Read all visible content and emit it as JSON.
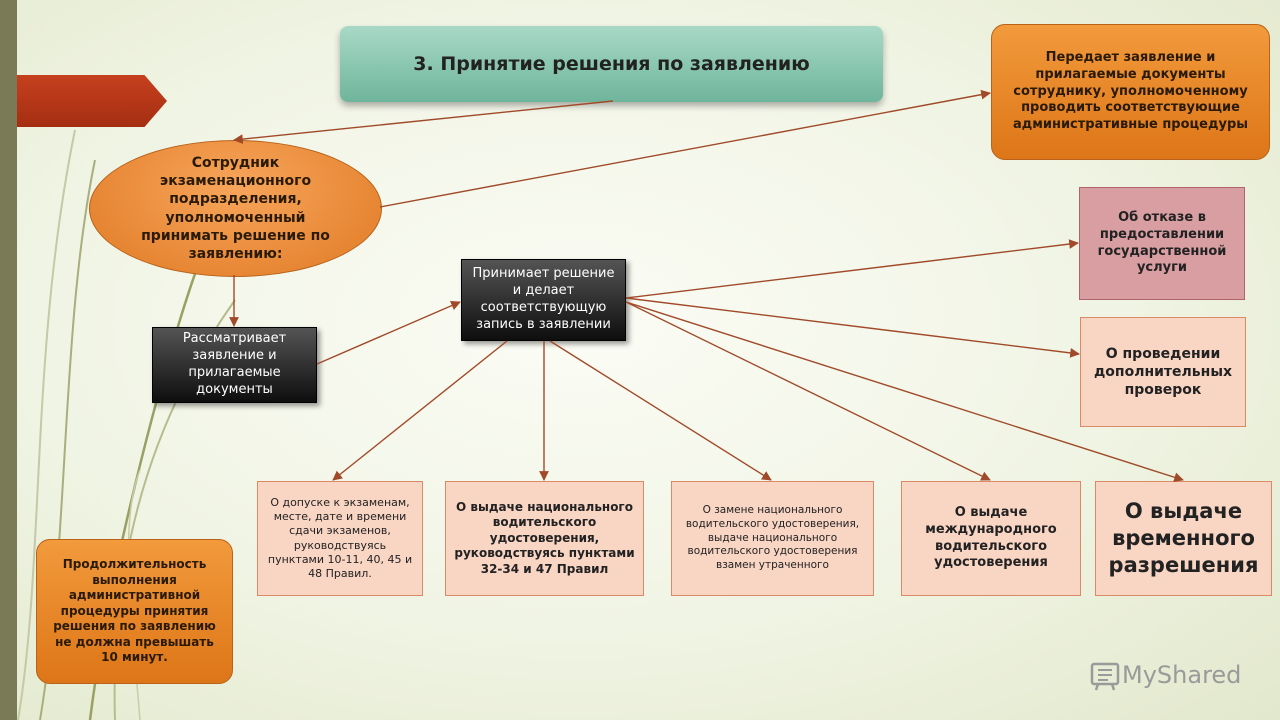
{
  "title": "3. Принятие решения по заявлению",
  "ellipse_text": "Сотрудник экзаменационного подразделения, уполномоченный принимать решение по заявлению:",
  "top_right_text": "Передает заявление и прилагаемые документы сотруднику, уполномоченному проводить соответствующие административные процедуры",
  "review_text": "Рассматривает заявление и прилагаемые документы",
  "decision_text": "Принимает решение и делает соответствующую запись в заявлении",
  "refusal_text": "Об отказе в предоставлении государственной услуги",
  "extra_checks_text": "О проведении дополнительных проверок",
  "outcomes": [
    "О допуске к экзаменам, месте, дате и времени сдачи экзаменов, руководствуясь пунктами 10-11, 40, 45 и 48 Правил.",
    "О выдаче национального водительского удостоверения, руководствуясь пунктами 32-34 и 47 Правил",
    "О замене национального водительского удостоверения, выдаче национального водительского удостоверения взамен утраченного",
    "О выдаче международного водительского удостоверения",
    "О выдаче временного разрешения"
  ],
  "duration_text": "Продолжительность выполнения административной процедуры принятия решения по заявлению не должна превышать 10 минут.",
  "logo_text": "MyShared",
  "colors": {
    "orange": "#e8852a",
    "teal": "#8fcbb4",
    "dark": "#1a1a1a",
    "pink": "#f9d5c4",
    "rose": "#d89ea2",
    "arrow": "#a04a2a"
  },
  "icon_names": [
    "logo-icon"
  ]
}
